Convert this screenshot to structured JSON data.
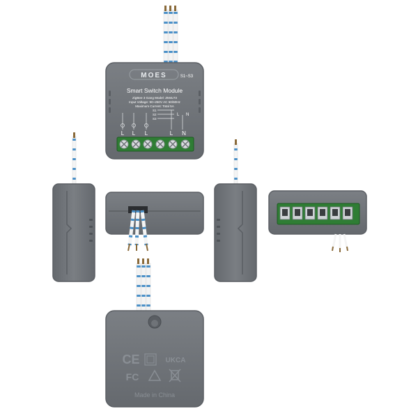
{
  "colors": {
    "housing": "#6f7378",
    "housing_edge": "#5b5f64",
    "terminal_green": "#2f7d34",
    "wire_white": "#f4f4f4",
    "wire_blue": "#4a90c8",
    "background": "#ffffff"
  },
  "front": {
    "brand": "MOES",
    "model_tag": "S1~S3",
    "title": "Smart Switch Module",
    "spec_line_1": "ZigBee 3 Gang  Model: ZM4LT3",
    "spec_line_2": "Input Voltage: 90~250V AC 50/60Hz",
    "spec_line_3": "Maximum Current: Total 5A",
    "switch_labels": [
      "S1",
      "S2",
      "S3"
    ],
    "terminal_labels": [
      "L",
      "L",
      "L",
      "L",
      "N"
    ],
    "neutral_label": "N",
    "load_label": "L"
  },
  "back": {
    "made_in": "Made in China",
    "certifications": [
      "CE",
      "FC",
      "UKCA"
    ]
  },
  "icons": [
    "terminal-screw-icon",
    "ce-mark-icon",
    "fcc-mark-icon",
    "weee-bin-icon",
    "warning-triangle-icon"
  ]
}
